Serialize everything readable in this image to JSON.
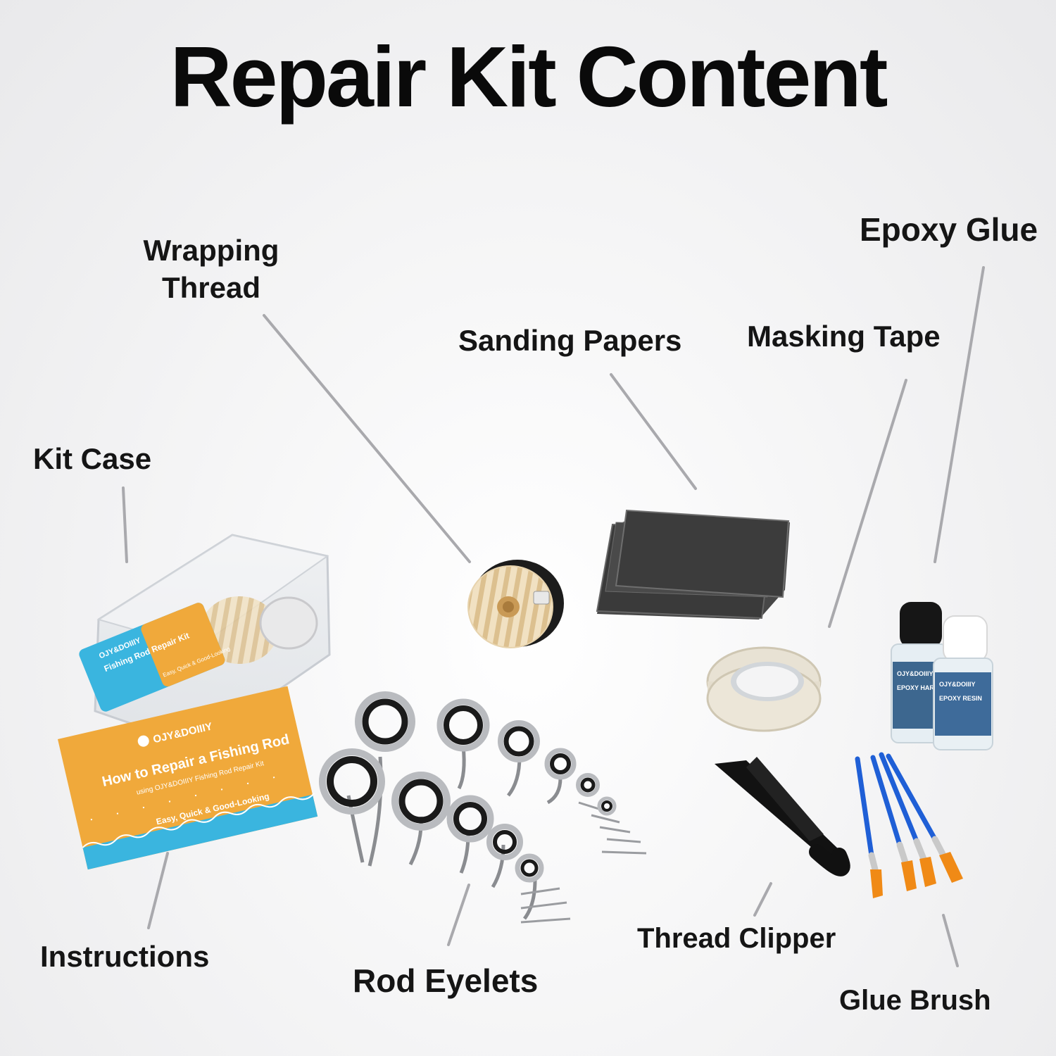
{
  "title": "Repair Kit Content",
  "labels": {
    "wrapping_thread_1": "Wrapping",
    "wrapping_thread_2": "Thread",
    "sanding_papers": "Sanding Papers",
    "masking_tape": "Masking Tape",
    "epoxy_glue": "Epoxy Glue",
    "kit_case": "Kit Case",
    "instructions": "Instructions",
    "rod_eyelets": "Rod Eyelets",
    "thread_clipper": "Thread Clipper",
    "glue_brush": "Glue Brush"
  },
  "instruction_card": {
    "brand": "OJY&DOIIIY",
    "heading": "How to Repair a Fishing Rod",
    "subheading": "using OJY&DOIIIY Fishing Rod Repair Kit",
    "tagline": "Easy, Quick & Good-Looking"
  },
  "case_sticker": {
    "brand": "OJY&DOIIIY",
    "heading": "Fishing Rod Repair Kit",
    "tagline": "Easy, Quick & Good-Looking"
  },
  "bottles": {
    "left_label": "EPOXY HARDENER",
    "left_brand": "OJY&DOIIIY",
    "right_label": "EPOXY RESIN",
    "right_brand": "OJY&DOIIIY"
  },
  "colors": {
    "leader_line": "#a9a9ad",
    "card_orange": "#f0a93b",
    "card_blue": "#3ab5df",
    "brush_handle": "#1f5fd6",
    "brush_bristle": "#f08a16"
  }
}
